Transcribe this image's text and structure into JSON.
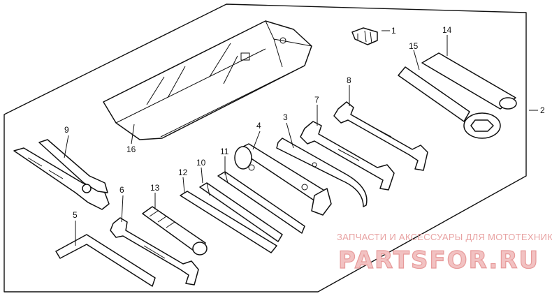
{
  "callouts": [
    "1",
    "2",
    "3",
    "4",
    "5",
    "6",
    "7",
    "8",
    "9",
    "10",
    "11",
    "12",
    "13",
    "14",
    "15",
    "16"
  ],
  "watermark": {
    "tagline": "ЗАПЧАСТИ И АКСЕССУАРЫ ДЛЯ МОТОТЕХНИКИ",
    "logo": "PARTSFOR.RU"
  }
}
